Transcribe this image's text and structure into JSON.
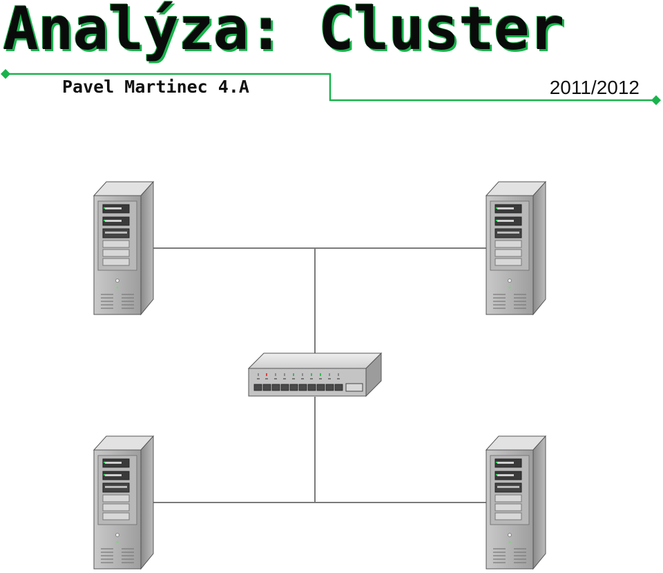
{
  "header": {
    "title": "Analýza: Cluster",
    "author": "Pavel Martinec 4.A",
    "year": "2011/2012",
    "accent_color": "#19b34c"
  },
  "diagram": {
    "nodes": [
      {
        "id": "server-top-left",
        "icon": "server-tower-icon"
      },
      {
        "id": "server-top-right",
        "icon": "server-tower-icon"
      },
      {
        "id": "network-switch",
        "icon": "network-switch-icon"
      },
      {
        "id": "server-bottom-left",
        "icon": "server-tower-icon"
      },
      {
        "id": "server-bottom-right",
        "icon": "server-tower-icon"
      }
    ],
    "connections": [
      [
        "server-top-left",
        "network-switch"
      ],
      [
        "server-top-right",
        "network-switch"
      ],
      [
        "server-bottom-left",
        "network-switch"
      ],
      [
        "server-bottom-right",
        "network-switch"
      ]
    ]
  }
}
